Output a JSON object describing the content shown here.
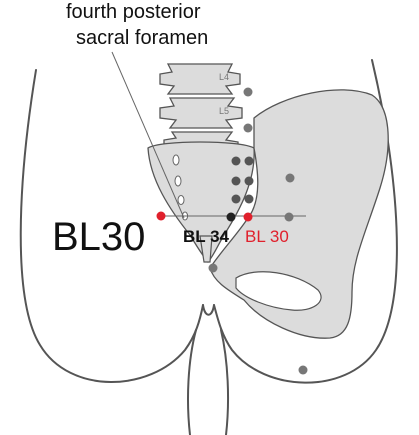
{
  "annotation": {
    "line1": "fourth posterior",
    "line2": "sacral foramen"
  },
  "labels": {
    "big": "BL30",
    "bl34": "BL 34",
    "bl30": "BL 30",
    "l4": "L4",
    "l5": "L5"
  },
  "colors": {
    "bone": "#dcdcdc",
    "outline": "#555555",
    "dot_gray": "#777777",
    "dot_dark": "#444444",
    "accent": "#e0202c",
    "text": "#111111"
  }
}
